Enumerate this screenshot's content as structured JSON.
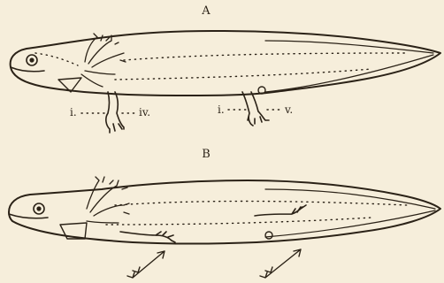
{
  "figure_a": {
    "panel_label": "A",
    "label_fore_i": "i.",
    "label_fore_iv": "iv.",
    "label_hind_i": "i.",
    "label_hind_v": "v."
  },
  "figure_b": {
    "panel_label": "B"
  },
  "colors": {
    "paper": "#f6eedb",
    "ink": "#2b2217"
  }
}
